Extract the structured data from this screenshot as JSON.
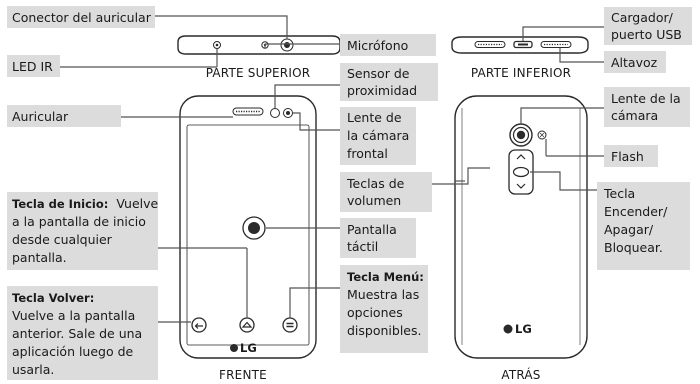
{
  "colors": {
    "callout_bg": "#dcdcdc",
    "line": "#555555",
    "outline": "#2a2a2a"
  },
  "captions": {
    "top": "PARTE SUPERIOR",
    "bottom": "PARTE INFERIOR",
    "front": "FRENTE",
    "back": "ATRÁS"
  },
  "labels": {
    "headset_jack": "Conector del auricular",
    "ir_led": "LED IR",
    "microphone": "Micrófono",
    "charger": [
      "Cargador/",
      "puerto USB"
    ],
    "speaker": "Altavoz",
    "earpiece": "Auricular",
    "proximity": [
      "Sensor de",
      "proximidad"
    ],
    "front_camera": [
      "Lente de",
      "la cámara",
      "frontal"
    ],
    "volume": [
      "Teclas de",
      "volumen"
    ],
    "touchscreen": [
      "Pantalla",
      "táctil"
    ],
    "menu_title": "Tecla Menú:",
    "menu_desc": [
      "Muestra las",
      "opciones",
      "disponibles."
    ],
    "home_title": "Tecla de Inicio:",
    "home_desc": [
      "Vuelve",
      "a la pantalla de inicio",
      "desde cualquier",
      "pantalla."
    ],
    "back_title": "Tecla Volver:",
    "back_desc": [
      "Vuelve a la pantalla",
      "anterior. Sale de una",
      "aplicación luego de",
      "usarla."
    ],
    "camera_lens": [
      "Lente de la",
      "cámara"
    ],
    "flash": "Flash",
    "power": [
      "Tecla",
      "Encender/",
      "Apagar/",
      "Bloquear."
    ]
  },
  "logo": "LG"
}
